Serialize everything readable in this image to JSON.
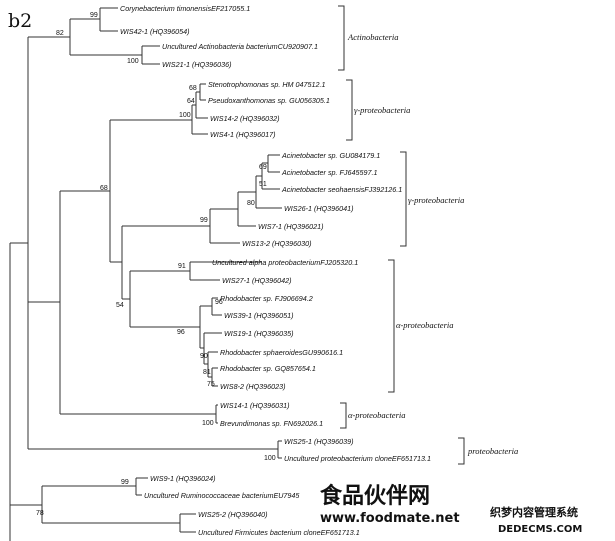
{
  "panel_label": "b2",
  "taxa": [
    "Corynebacterium timonensisEF217055.1",
    "WIS42-1 (HQ396054)",
    "Uncultured Actinobacteria bacteriumCU920907.1",
    "WIS21-1 (HQ396036)",
    "Stenotrophomonas sp. HM 047512.1",
    "Pseudoxanthomonas sp. GU056305.1",
    "WIS14-2 (HQ396032)",
    "WIS4-1 (HQ396017)",
    "Acinetobacter sp. GU084179.1",
    "Acinetobacter sp. FJ645597.1",
    "Acinetobacter seohaensisFJ392126.1",
    "WIS26-1 (HQ396041)",
    "WIS7-1 (HQ396021)",
    "WIS13-2 (HQ396030)",
    "Uncultured alpha proteobacteriumFJ205320.1",
    "WIS27-1 (HQ396042)",
    "Rhodobacter sp. FJ906694.2",
    "WIS39-1 (HQ396051)",
    "WIS19-1 (HQ396035)",
    "Rhodobacter sphaeroidesGU990616.1",
    "Rhodobacter sp. GQ857654.1",
    "WIS8-2 (HQ396023)",
    "WIS14-1 (HQ396031)",
    "Brevundimonas sp. FN692026.1",
    "WIS25-1 (HQ396039)",
    "Uncultured proteobacterium cloneEF651713.1",
    "WIS9-1 (HQ396024)",
    "Uncultured Ruminococcaceae bacteriumEU7945",
    "WIS25-2 (HQ396040)",
    "Uncultured Firmicutes bacterium cloneEF651713.1"
  ],
  "bootstraps": [
    "99",
    "82",
    "100",
    "68",
    "64",
    "100",
    "69",
    "51",
    "80",
    "99",
    "68",
    "91",
    "54",
    "96",
    "96",
    "90",
    "81",
    "75",
    "100",
    "100",
    "99",
    "78"
  ],
  "groups": [
    "Actinobacteria",
    "γ-proteobacteria",
    "γ-proteobacteria",
    "α-proteobacteria",
    "α-proteobacteria",
    "proteobacteria"
  ],
  "watermark": {
    "cn_main": "食品伙伴网",
    "url": "www.foodmate.net",
    "cn_side": "织梦内容管理系统",
    "side_url": "DEDECMS.COM"
  }
}
